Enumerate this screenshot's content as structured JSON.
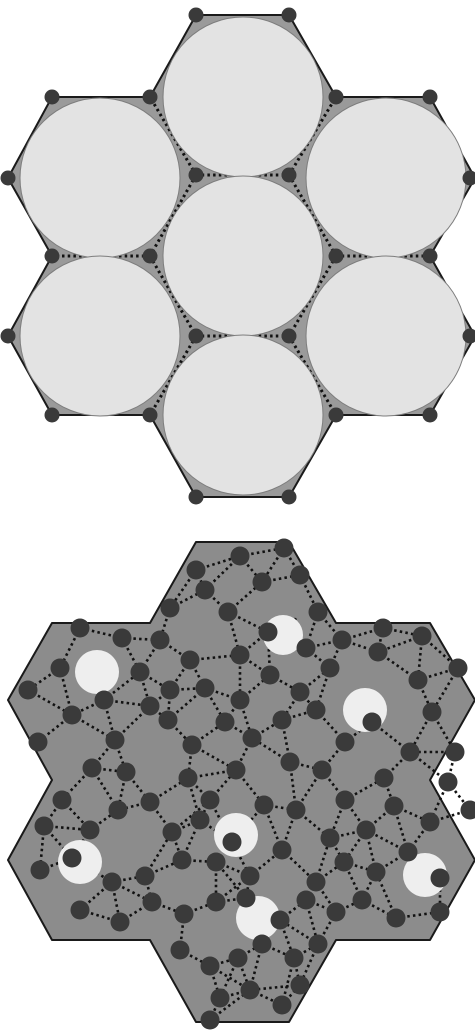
{
  "colors": {
    "background": "#ffffff",
    "matrix_fill": "#9a9a9a",
    "matrix_fill_dense": "#8c8c8c",
    "pore_fill": "#e3e3e3",
    "pore_fill_small": "#eeeeee",
    "node_fill": "#3a3a3a",
    "outline": "#1a1a1a",
    "bond_line": "#111111"
  },
  "diagrams": [
    {
      "name": "ordered-honeycomb-packing",
      "pore_count": 7,
      "pore_style": "large"
    },
    {
      "name": "disordered-network-packing",
      "pore_count": 7,
      "pore_style": "small"
    }
  ]
}
